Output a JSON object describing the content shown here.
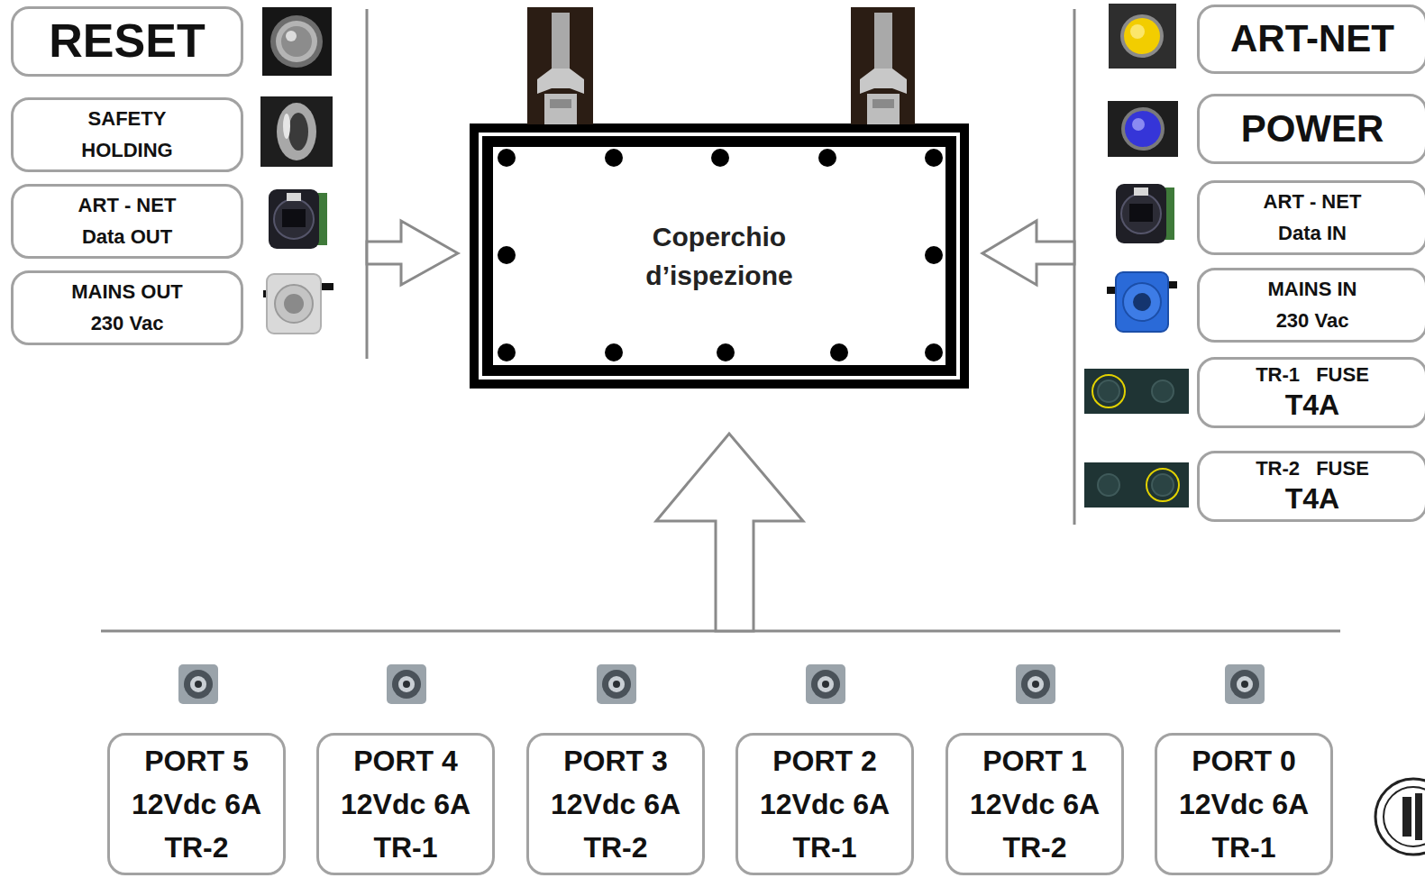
{
  "diagram": {
    "nodes": [
      {
        "text": [
          "RESET"
        ]
      },
      {
        "text": [
          "SAFETY HOLDING"
        ]
      },
      {
        "text": [
          "ART - NET Data OUT"
        ]
      },
      {
        "text": [
          "MAINS OUT 230 Vac"
        ]
      },
      {
        "text": [
          "Coperchio d’ispezione"
        ]
      },
      {
        "text": [
          "ART-NET"
        ]
      },
      {
        "text": [
          "POWER"
        ]
      },
      {
        "text": [
          "ART - NET Data IN"
        ]
      },
      {
        "text": [
          "MAINS IN 230 Vac"
        ]
      },
      {
        "text": [
          "TR-1 FUSE",
          "T4A"
        ]
      },
      {
        "text": [
          "TR-2 FUSE",
          "T4A"
        ]
      },
      {
        "text": [
          "PORT 5",
          "12Vdc 6A",
          "TR-2"
        ]
      },
      {
        "text": [
          "PORT 4",
          "12Vdc 6A",
          "TR-1"
        ]
      },
      {
        "text": [
          "PORT 3",
          "12Vdc 6A",
          "TR-2"
        ]
      },
      {
        "text": [
          "PORT 2",
          "12Vdc 6A",
          "TR-1"
        ]
      },
      {
        "text": [
          "PORT 1",
          "12Vdc 6A",
          "TR-2"
        ]
      },
      {
        "text": [
          "PORT 0",
          "12Vdc 6A",
          "TR-1"
        ]
      }
    ]
  }
}
